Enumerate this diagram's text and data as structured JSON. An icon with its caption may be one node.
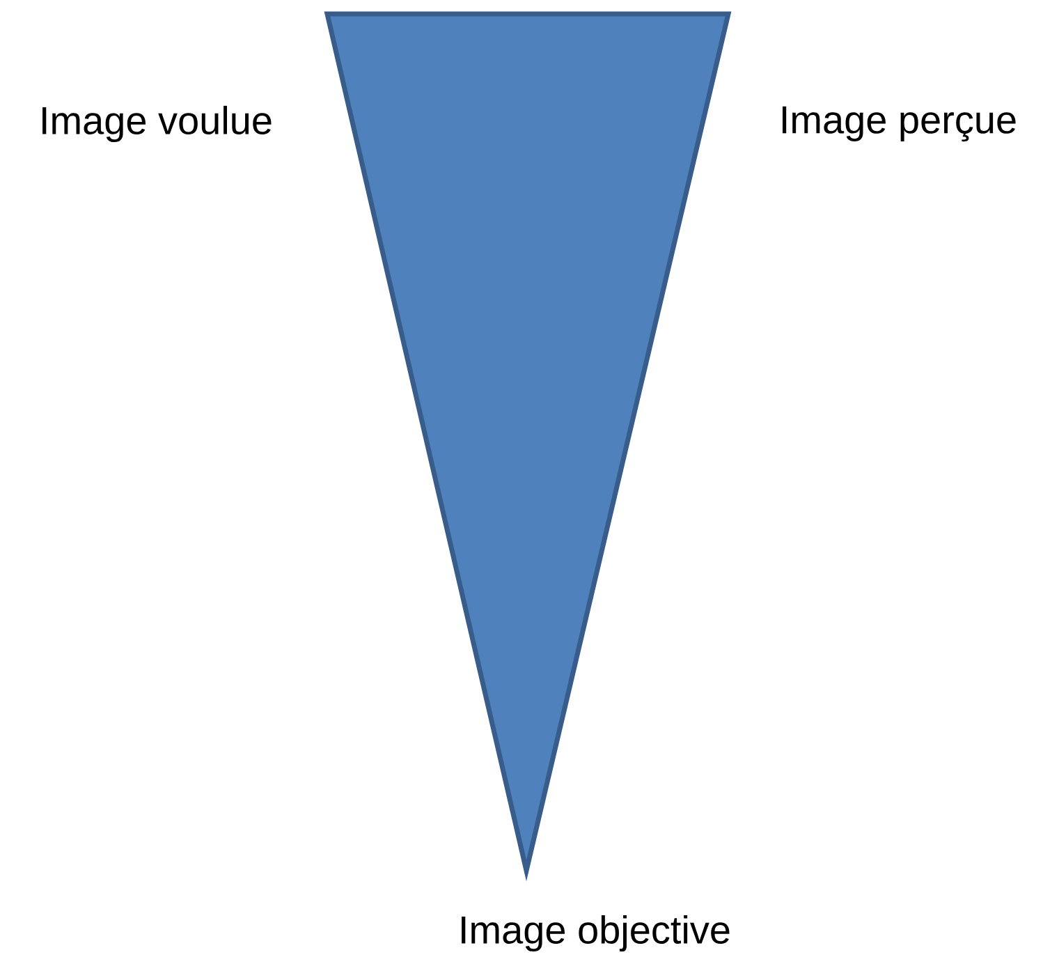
{
  "diagram": {
    "nodes": [
      {
        "text": [],
        "shape": "triangle",
        "beside": [
          "Image voulue",
          "Image perçue",
          "Image objective"
        ]
      }
    ]
  }
}
